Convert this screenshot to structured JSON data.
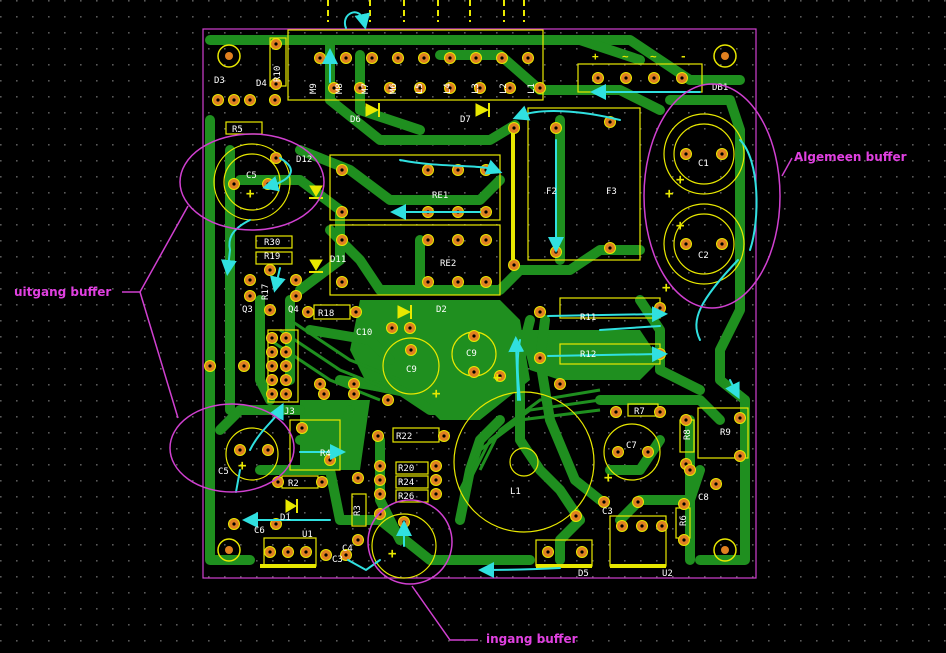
{
  "annotations": {
    "algemeen": "Algemeen buffer",
    "uitgang": "uitgang buffer",
    "ingang": "ingang buffer"
  },
  "components": {
    "D3": "D3",
    "D4": "D4",
    "R10": "R10",
    "R5": "R5",
    "C5_top": "C5",
    "D12": "D12",
    "D6": "D6",
    "D7": "D7",
    "RE1": "RE1",
    "RE2": "RE2",
    "F2": "F2",
    "F3": "F3",
    "DB1": "DB1",
    "C1": "C1",
    "C2": "C2",
    "R30": "R30",
    "R19": "R19",
    "D11": "D11",
    "Q3": "Q3",
    "R17": "R17",
    "Q4": "Q4",
    "R18": "R18",
    "D2": "D2",
    "C10": "C10",
    "C9a": "C9",
    "C9b": "C9",
    "R11": "R11",
    "R12": "R12",
    "J3": "J3",
    "R22": "R22",
    "R7": "R7",
    "R8": "R8",
    "R9": "R9",
    "C7": "C7",
    "R4": "R4",
    "C5_bot": "C5",
    "R2": "R2",
    "D1": "D1",
    "R3": "R3",
    "R20": "R20",
    "R24": "R24",
    "R26": "R26",
    "L1": "L1",
    "C8_right": "C8",
    "C3_right": "C3",
    "R6": "R6",
    "C6": "C6",
    "U1": "U1",
    "C4": "C4",
    "C3_bot": "C3",
    "D5": "D5",
    "U2": "U2"
  },
  "connector_pins": [
    "M9",
    "M8",
    "M7",
    "M6",
    "L5",
    "L4",
    "L3",
    "L2",
    "L1"
  ],
  "polarity": [
    "+",
    "~",
    "~",
    "-"
  ],
  "colors": {
    "background": "#000000",
    "grid_dot": "#5a5a5a",
    "copper": "#1f8f1f",
    "silkscreen": "#e8e800",
    "pad": "#e08020",
    "flow_arrow": "#30e0e0",
    "annotation": "#e040e0",
    "board_edge": "#d040d0"
  }
}
